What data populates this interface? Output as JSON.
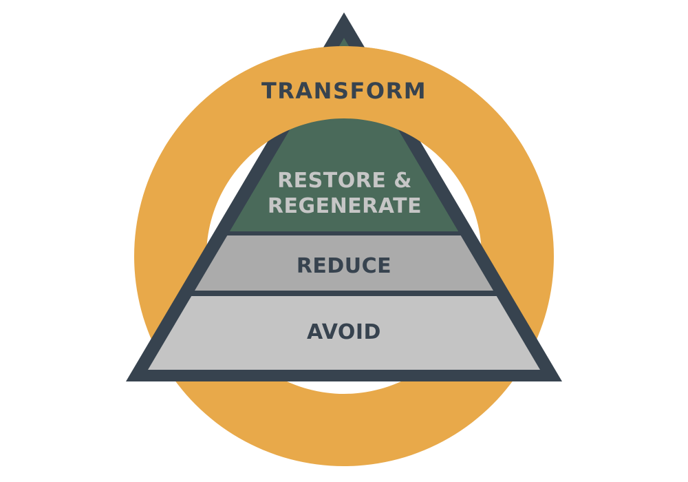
{
  "diagram": {
    "type": "pyramid-with-ring",
    "ring": {
      "label": "TRANSFORM",
      "color": "#E8A94A",
      "text_color": "#37434F"
    },
    "frame_color": "#37434F",
    "tiers": [
      {
        "label_line1": "RESTORE &",
        "label_line2": "REGENERATE",
        "fill": "#4A6A5A",
        "text_color": "#C6C6C6"
      },
      {
        "label": "REDUCE",
        "fill": "#ABABAB",
        "text_color": "#37434F"
      },
      {
        "label": "AVOID",
        "fill": "#C4C4C4",
        "text_color": "#37434F"
      }
    ]
  }
}
